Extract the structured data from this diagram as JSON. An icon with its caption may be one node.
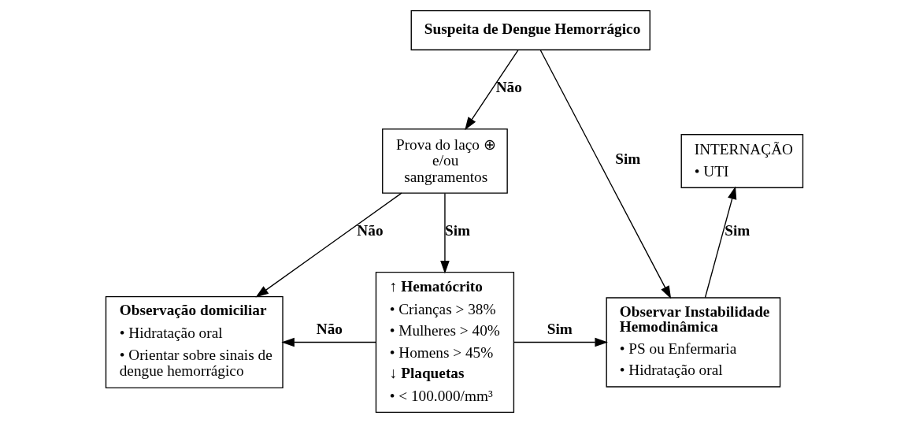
{
  "diagram": {
    "nodes": [
      {
        "text": [
          "Suspeita de Dengue Hemorrágico"
        ]
      },
      {
        "text": [
          "Prova do laço ⊕ e/ou sangramentos"
        ]
      },
      {
        "text": [
          "INTERNAÇÃO",
          "• UTI"
        ]
      },
      {
        "text": [
          "Observação domiciliar",
          "• Hidratação oral",
          "• Orientar sobre sinais de dengue hemorrágico"
        ]
      },
      {
        "text": [
          "↑ Hematócrito",
          "• Crianças > 38%",
          "• Mulheres > 40%",
          "• Homens > 45%",
          "↓ Plaquetas",
          "• < 100.000/mm³"
        ]
      },
      {
        "text": [
          "Observar Instabilidade Hemodinâmica",
          "• PS ou Enfermaria",
          "• Hidratação oral"
        ]
      }
    ],
    "edges": [
      {
        "from": 0,
        "to": 1,
        "arrow": "to",
        "label": "Não"
      },
      {
        "from": 0,
        "to": 5,
        "arrow": "to",
        "label": "Sim"
      },
      {
        "from": 1,
        "to": 3,
        "arrow": "to",
        "label": "Não"
      },
      {
        "from": 1,
        "to": 4,
        "arrow": "to",
        "label": "Sim"
      },
      {
        "from": 4,
        "to": 3,
        "arrow": "to",
        "label": "Não"
      },
      {
        "from": 4,
        "to": 5,
        "arrow": "to",
        "label": "Sim"
      },
      {
        "from": 5,
        "to": 2,
        "arrow": "to",
        "label": "Sim"
      }
    ]
  }
}
